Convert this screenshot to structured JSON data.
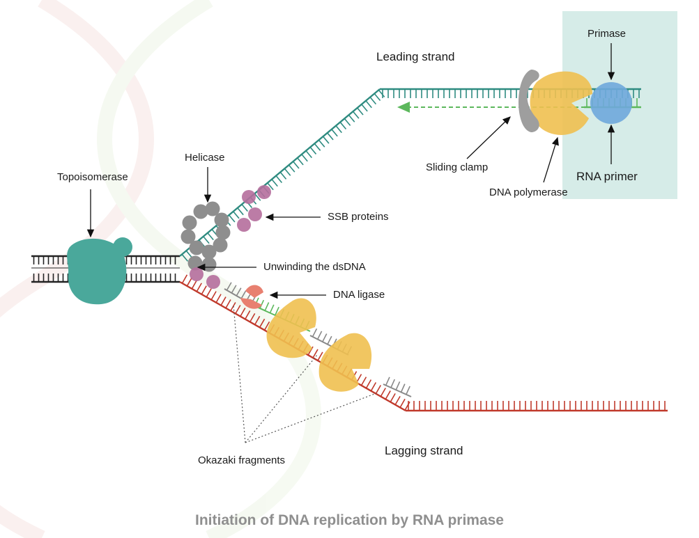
{
  "caption": "Initiation of DNA replication by RNA primase",
  "colors": {
    "leading": "#2e8b80",
    "lagging": "#c0392b",
    "primer": "#5cb85c",
    "parental": "#222222",
    "polymerase": "#f0c050",
    "topoisomerase": "#4aa89b",
    "helicase": "#8e8e8e",
    "ssb": "#b56e9c",
    "primase": "#6fa8dc",
    "clamp": "#9e9e9e",
    "ligase": "#e88070",
    "inset": "#d6ece8",
    "fragment_template": "#888888"
  },
  "labels": {
    "leading_strand": "Leading strand",
    "primase": "Primase",
    "sliding_clamp": "Sliding clamp",
    "rna_primer": "RNA primer",
    "dna_polymerase": "DNA polymerase",
    "helicase": "Helicase",
    "topoisomerase": "Topoisomerase",
    "ssb_proteins": "SSB proteins",
    "unwinding": "Unwinding the dsDNA",
    "dna_ligase": "DNA ligase",
    "lagging_strand": "Lagging strand",
    "okazaki_fragments": "Okazaki fragments"
  }
}
